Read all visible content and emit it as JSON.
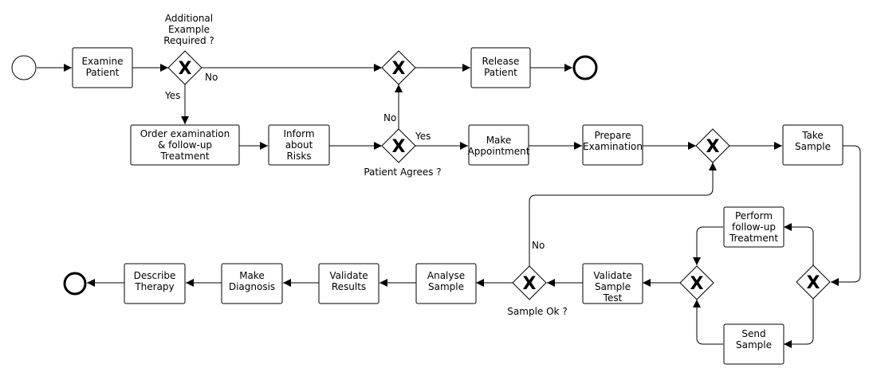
{
  "tasks": {
    "examine_patient": [
      "Examine",
      "Patient"
    ],
    "release_patient": [
      "Release",
      "Patient"
    ],
    "order_examination": [
      "Order examination",
      "& follow-up",
      "Treatment"
    ],
    "inform_risks": [
      "Inform",
      "about",
      "Risks"
    ],
    "make_appointment": [
      "Make",
      "Appointment"
    ],
    "prepare_examination": [
      "Prepare",
      "Examination"
    ],
    "take_sample": [
      "Take",
      "Sample"
    ],
    "perform_followup": [
      "Perform",
      "follow-up",
      "Treatment"
    ],
    "send_sample": [
      "Send",
      "Sample"
    ],
    "validate_sample_test": [
      "Validate",
      "Sample",
      "Test"
    ],
    "analyse_sample": [
      "Analyse",
      "Sample"
    ],
    "validate_results": [
      "Validate",
      "Results"
    ],
    "make_diagnosis": [
      "Make",
      "Diagnosis"
    ],
    "describe_therapy": [
      "Describe",
      "Therapy"
    ]
  },
  "gateways": {
    "additional_example": [
      "Additional",
      "Example",
      "Required ?"
    ],
    "patient_agrees": "Patient Agrees ?",
    "sample_ok": "Sample Ok ?",
    "marker": "X"
  },
  "flow_labels": {
    "no_1": "No",
    "yes_1": "Yes",
    "no_2": "No",
    "yes_2": "Yes",
    "no_3": "No"
  }
}
